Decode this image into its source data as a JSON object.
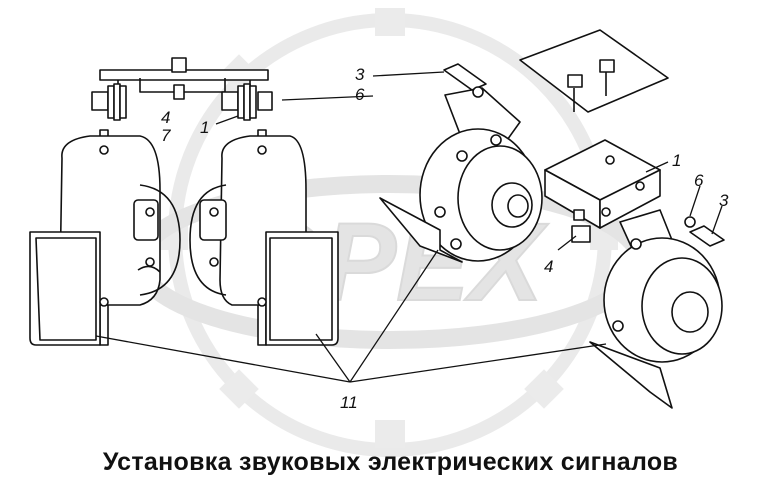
{
  "caption": "Установка звуковых электрических сигналов",
  "watermark": {
    "text": "OPEX",
    "color": "#cfcfcf"
  },
  "callouts": {
    "left_assembly": [
      "4",
      "7",
      "1"
    ],
    "right_assembly": [
      "3",
      "6",
      "1",
      "4",
      "6",
      "3"
    ],
    "shared": "11"
  }
}
